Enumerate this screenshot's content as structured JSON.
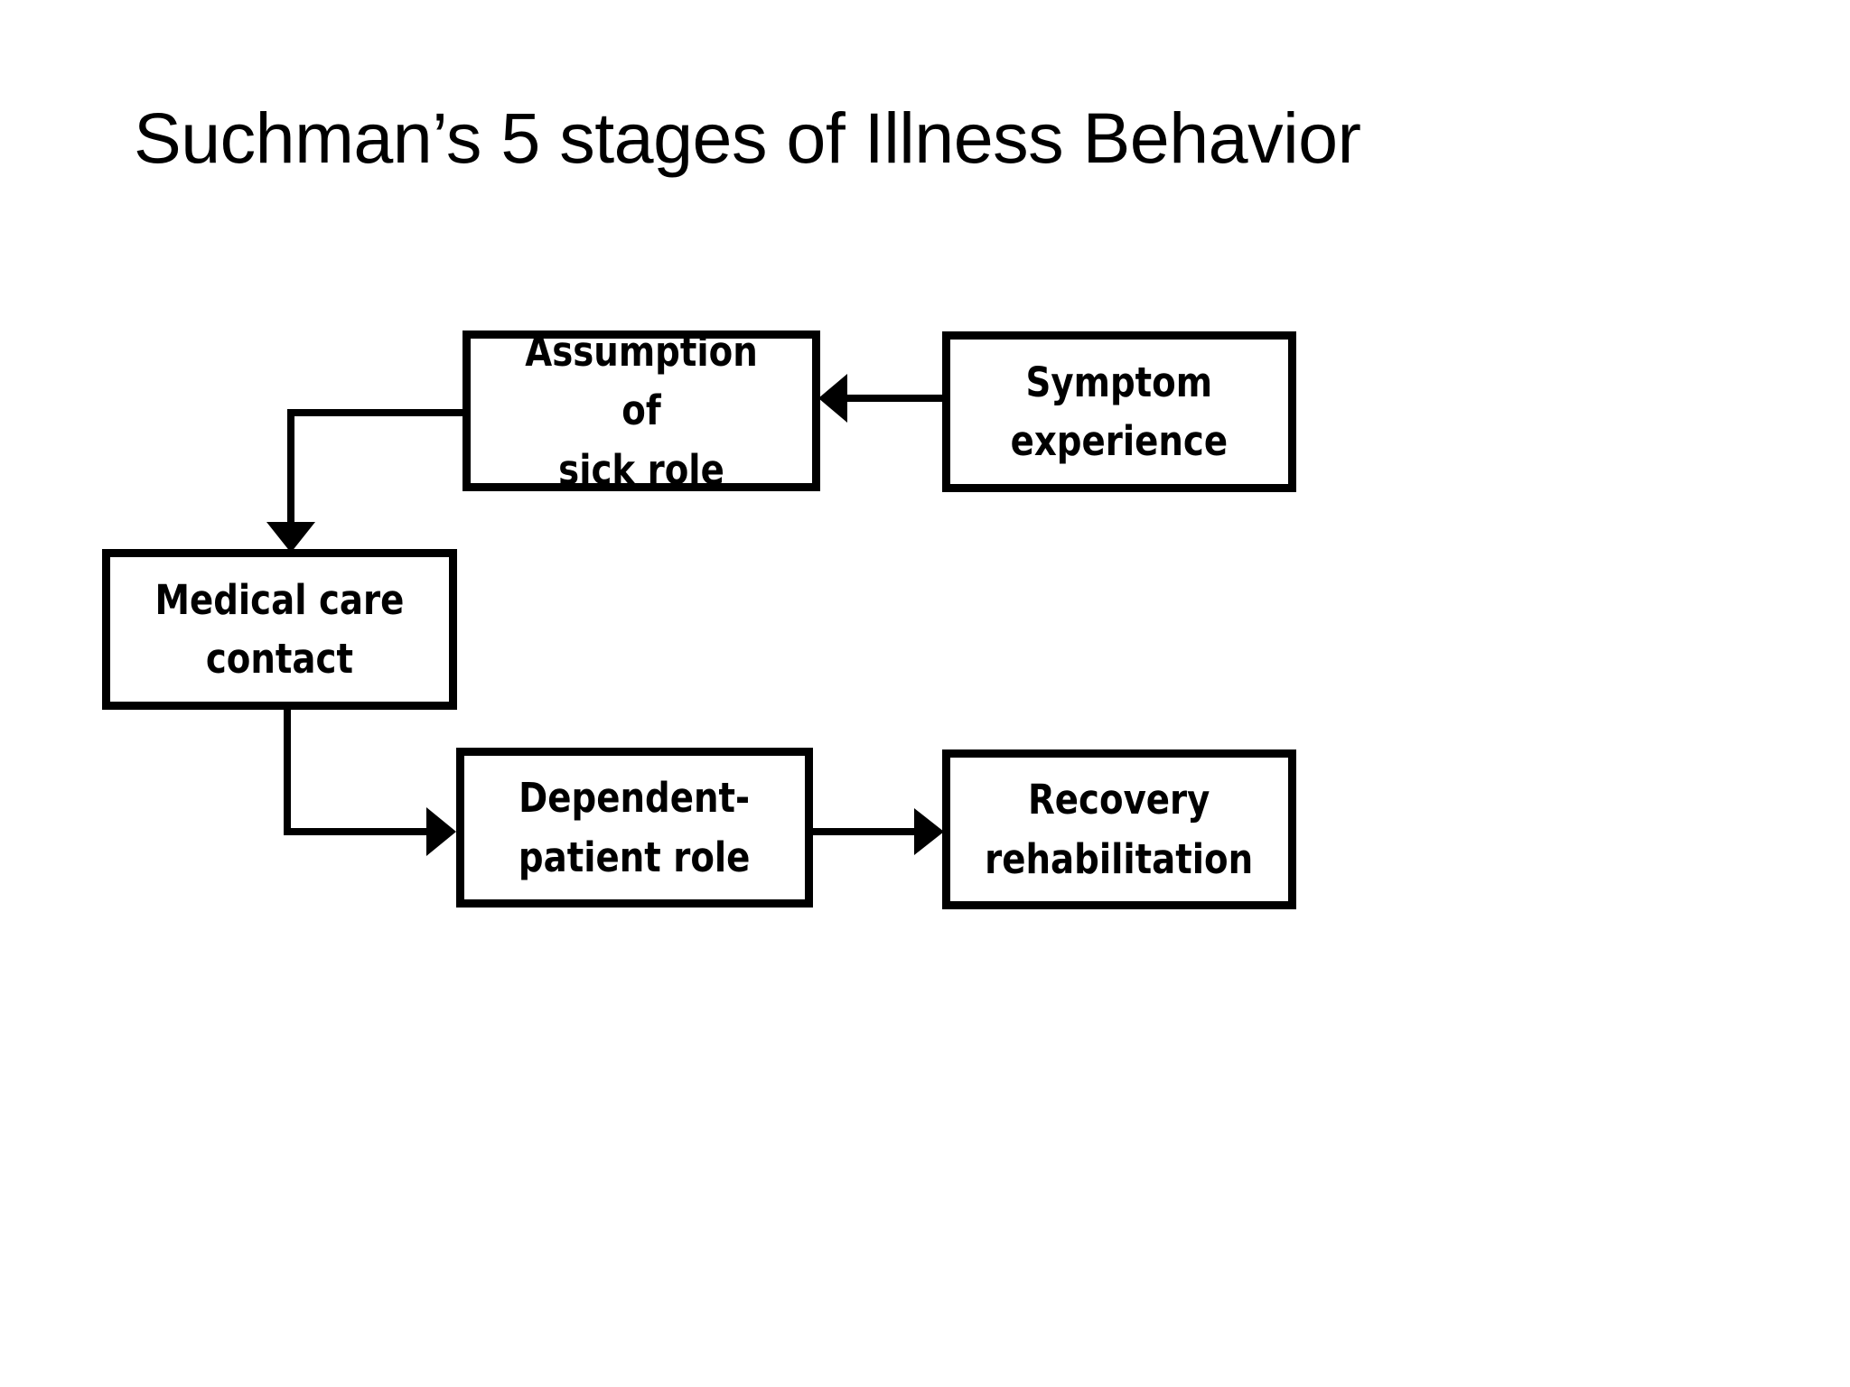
{
  "slide": {
    "title": "Suchman’s 5 stages of Illness Behavior",
    "background_color": "#ffffff",
    "ink_color": "#000000"
  },
  "diagram": {
    "type": "flowchart",
    "orientation": "right-to-left then serpentine",
    "nodes": [
      {
        "id": "symptom",
        "label": "Symptom\nexperience",
        "stage": 1
      },
      {
        "id": "assumption",
        "label": "Assumption of\nsick role",
        "stage": 2
      },
      {
        "id": "medical",
        "label": "Medical care\ncontact",
        "stage": 3
      },
      {
        "id": "dependent",
        "label": "Dependent-\npatient role",
        "stage": 4
      },
      {
        "id": "recovery",
        "label": "Recovery\nrehabilitation",
        "stage": 5
      }
    ],
    "edges": [
      {
        "from": "symptom",
        "to": "assumption",
        "direction": "left"
      },
      {
        "from": "assumption",
        "to": "medical",
        "direction": "left-then-down"
      },
      {
        "from": "medical",
        "to": "dependent",
        "direction": "down-then-right"
      },
      {
        "from": "dependent",
        "to": "recovery",
        "direction": "right"
      }
    ]
  }
}
